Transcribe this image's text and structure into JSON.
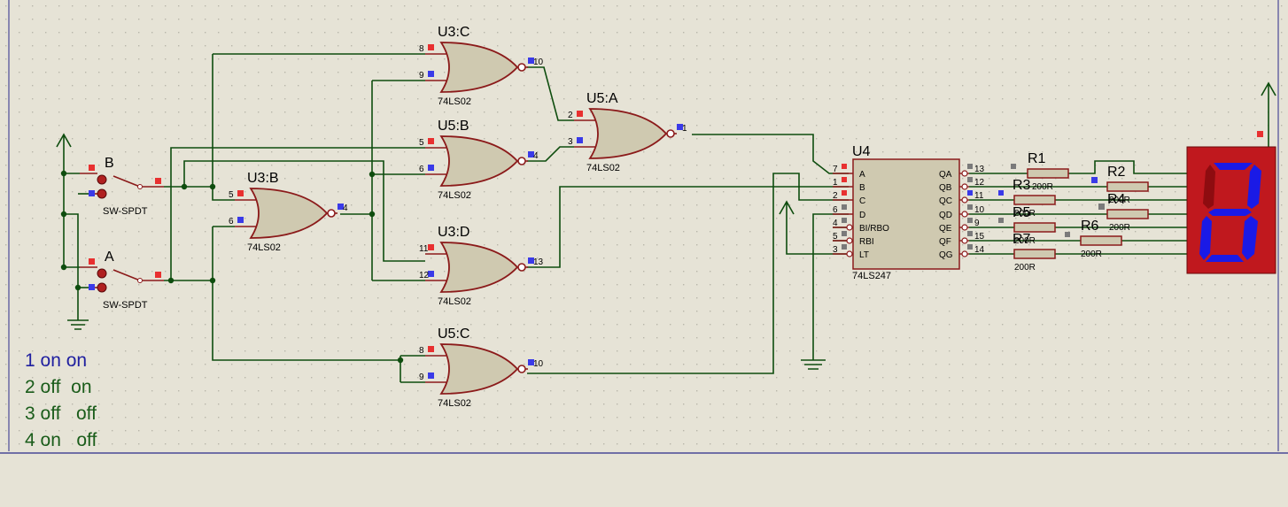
{
  "colors": {
    "background": "#e6e3d6",
    "grid_dot": "#b8b6aa",
    "wire": "#0e4d0e",
    "gate_fill": "#cfc9b0",
    "gate_stroke": "#8b1a1a",
    "pin_red": "#e83030",
    "pin_blue": "#3a3ae8",
    "pin_gray": "#7a7a7a",
    "note_blue": "#2020a0",
    "note_green": "#1a5c1a",
    "display_body": "#c0181e",
    "segment_on": "#1a1ae6",
    "segment_off": "#8e0c10",
    "border_line": "#2a2a8a"
  },
  "gates": [
    {
      "name": "U3:C",
      "type": "74LS02",
      "pins": [
        "8",
        "9",
        "10"
      ]
    },
    {
      "name": "U5:B",
      "type": "74LS02",
      "pins": [
        "5",
        "6",
        "4"
      ]
    },
    {
      "name": "U3:B",
      "type": "74LS02",
      "pins": [
        "5",
        "6",
        "4"
      ]
    },
    {
      "name": "U3:D",
      "type": "74LS02",
      "pins": [
        "11",
        "12",
        "13"
      ]
    },
    {
      "name": "U5:C",
      "type": "74LS02",
      "pins": [
        "8",
        "9",
        "10"
      ]
    },
    {
      "name": "U5:A",
      "type": "74LS02",
      "pins": [
        "2",
        "3",
        "1"
      ]
    }
  ],
  "switches": [
    {
      "name": "B",
      "type": "SW-SPDT"
    },
    {
      "name": "A",
      "type": "SW-SPDT"
    }
  ],
  "decoder": {
    "name": "U4",
    "type": "74LS247",
    "inputs": [
      {
        "label": "A",
        "pin": "7"
      },
      {
        "label": "B",
        "pin": "1"
      },
      {
        "label": "C",
        "pin": "2"
      },
      {
        "label": "D",
        "pin": "6"
      },
      {
        "label": "BI/RBO",
        "pin": "4"
      },
      {
        "label": "RBI",
        "pin": "5"
      },
      {
        "label": "LT",
        "pin": "3"
      }
    ],
    "outputs": [
      {
        "label": "QA",
        "pin": "13"
      },
      {
        "label": "QB",
        "pin": "12"
      },
      {
        "label": "QC",
        "pin": "11"
      },
      {
        "label": "QD",
        "pin": "10"
      },
      {
        "label": "QE",
        "pin": "9"
      },
      {
        "label": "QF",
        "pin": "15"
      },
      {
        "label": "QG",
        "pin": "14"
      }
    ]
  },
  "resistors": [
    {
      "name": "R1",
      "value": "200R"
    },
    {
      "name": "R2",
      "value": "200R"
    },
    {
      "name": "R3",
      "value": "200R"
    },
    {
      "name": "R4",
      "value": "200R"
    },
    {
      "name": "R5",
      "value": "200R"
    },
    {
      "name": "R6",
      "value": "200R"
    },
    {
      "name": "R7",
      "value": "200R"
    }
  ],
  "display": {
    "segments_on": [
      "a",
      "b",
      "c",
      "d",
      "e",
      "g"
    ]
  },
  "notes": [
    "1 on on",
    "2 off  on",
    "3 off   off",
    "4 on   off"
  ]
}
